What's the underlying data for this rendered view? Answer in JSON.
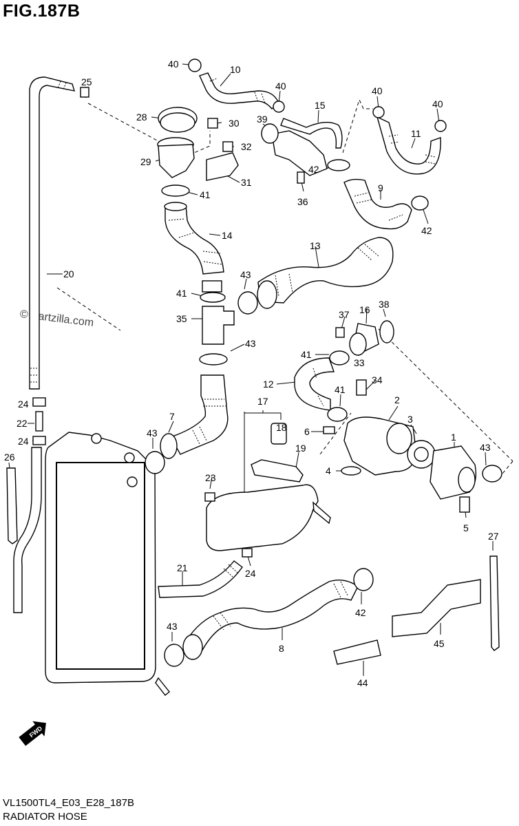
{
  "page": {
    "title": "FIG.187B",
    "diagram_code": "VL1500TL4_E03_E28_187B",
    "diagram_name": "RADIATOR HOSE",
    "watermark": "© Partzilla.com",
    "fwd_label": "FWD"
  },
  "callouts": [
    {
      "id": "c40a",
      "label": "40"
    },
    {
      "id": "c10",
      "label": "10"
    },
    {
      "id": "c25",
      "label": "25"
    },
    {
      "id": "c40b",
      "label": "40"
    },
    {
      "id": "c40c",
      "label": "40"
    },
    {
      "id": "c40d",
      "label": "40"
    },
    {
      "id": "c15",
      "label": "15"
    },
    {
      "id": "c39",
      "label": "39"
    },
    {
      "id": "c28",
      "label": "28"
    },
    {
      "id": "c30",
      "label": "30"
    },
    {
      "id": "c32",
      "label": "32"
    },
    {
      "id": "c29",
      "label": "29"
    },
    {
      "id": "c11",
      "label": "11"
    },
    {
      "id": "c42a",
      "label": "42"
    },
    {
      "id": "c31",
      "label": "31"
    },
    {
      "id": "c36",
      "label": "36"
    },
    {
      "id": "c9",
      "label": "9"
    },
    {
      "id": "c41a",
      "label": "41"
    },
    {
      "id": "c42b",
      "label": "42"
    },
    {
      "id": "c14",
      "label": "14"
    },
    {
      "id": "c13",
      "label": "13"
    },
    {
      "id": "c20",
      "label": "20"
    },
    {
      "id": "c43a",
      "label": "43"
    },
    {
      "id": "c41b",
      "label": "41"
    },
    {
      "id": "c16",
      "label": "16"
    },
    {
      "id": "c38",
      "label": "38"
    },
    {
      "id": "c37",
      "label": "37"
    },
    {
      "id": "c35",
      "label": "35"
    },
    {
      "id": "c43b",
      "label": "43"
    },
    {
      "id": "c41c",
      "label": "41"
    },
    {
      "id": "c33",
      "label": "33"
    },
    {
      "id": "c12",
      "label": "12"
    },
    {
      "id": "c34",
      "label": "34"
    },
    {
      "id": "c41d",
      "label": "41"
    },
    {
      "id": "c17",
      "label": "17"
    },
    {
      "id": "c2",
      "label": "2"
    },
    {
      "id": "c24a",
      "label": "24"
    },
    {
      "id": "c18",
      "label": "18"
    },
    {
      "id": "c3",
      "label": "3"
    },
    {
      "id": "c22",
      "label": "22"
    },
    {
      "id": "c6",
      "label": "6"
    },
    {
      "id": "c1",
      "label": "1"
    },
    {
      "id": "c7",
      "label": "7"
    },
    {
      "id": "c43c",
      "label": "43"
    },
    {
      "id": "c24b",
      "label": "24"
    },
    {
      "id": "c19",
      "label": "19"
    },
    {
      "id": "c43d",
      "label": "43"
    },
    {
      "id": "c26",
      "label": "26"
    },
    {
      "id": "c4",
      "label": "4"
    },
    {
      "id": "c23",
      "label": "23"
    },
    {
      "id": "c5",
      "label": "5"
    },
    {
      "id": "c27",
      "label": "27"
    },
    {
      "id": "c21",
      "label": "21"
    },
    {
      "id": "c24c",
      "label": "24"
    },
    {
      "id": "c42c",
      "label": "42"
    },
    {
      "id": "c43e",
      "label": "43"
    },
    {
      "id": "c45",
      "label": "45"
    },
    {
      "id": "c8",
      "label": "8"
    },
    {
      "id": "c44",
      "label": "44"
    }
  ]
}
